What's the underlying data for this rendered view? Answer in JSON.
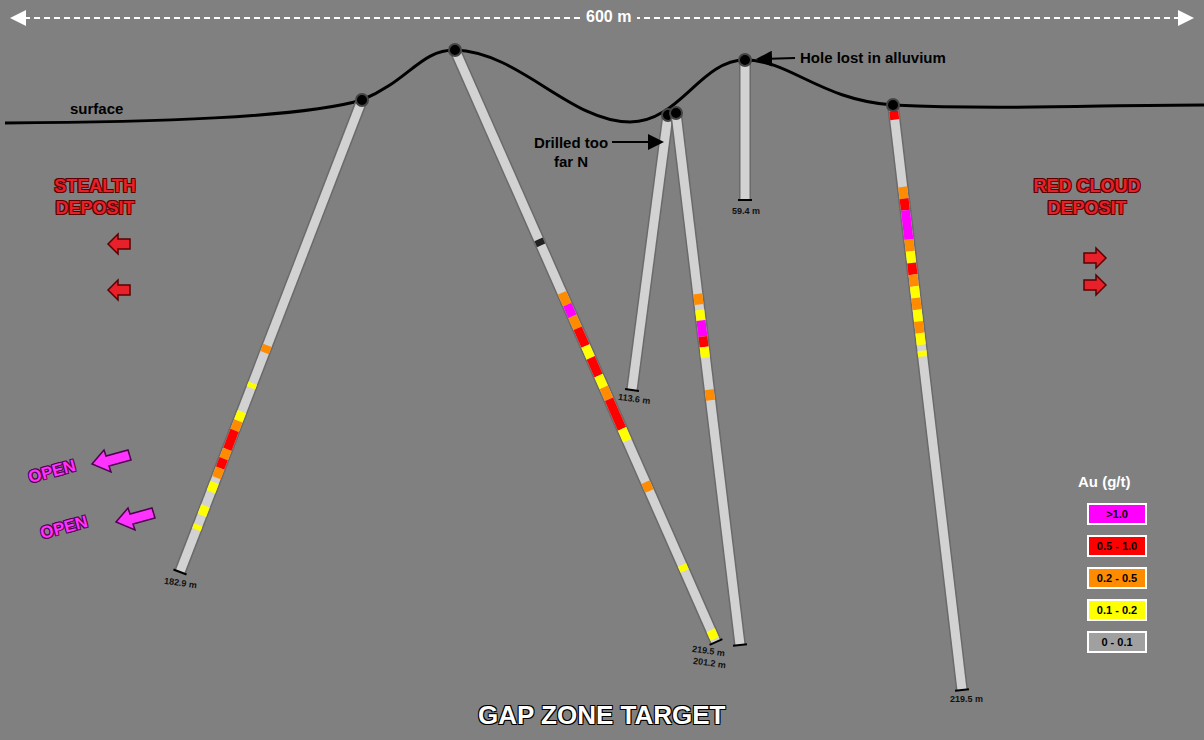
{
  "diagram": {
    "title": "GAP ZONE TARGET",
    "labels": [
      "600 m",
      "surface",
      "Hole lost in alluvium",
      "Drilled too far N",
      "STEALTH DEPOSIT",
      "RED CLOUD DEPOSIT",
      "OPEN",
      "OPEN",
      "182.9 m",
      "219.5 m",
      "113.6 m",
      "201.2 m",
      "59.4 m",
      "219.5 m",
      "Au (g/t)"
    ],
    "legend": [
      {
        "text": ">1.0",
        "color": "#ff00ff"
      },
      {
        "text": "0.5 - 1.0",
        "color": "#ff0000"
      },
      {
        "text": "0.2 - 0.5",
        "color": "#ff8c00"
      },
      {
        "text": "0.1 - 0.2",
        "color": "#ffff00"
      },
      {
        "text": "0 - 0.1",
        "color": "#a0a0a0"
      }
    ]
  }
}
